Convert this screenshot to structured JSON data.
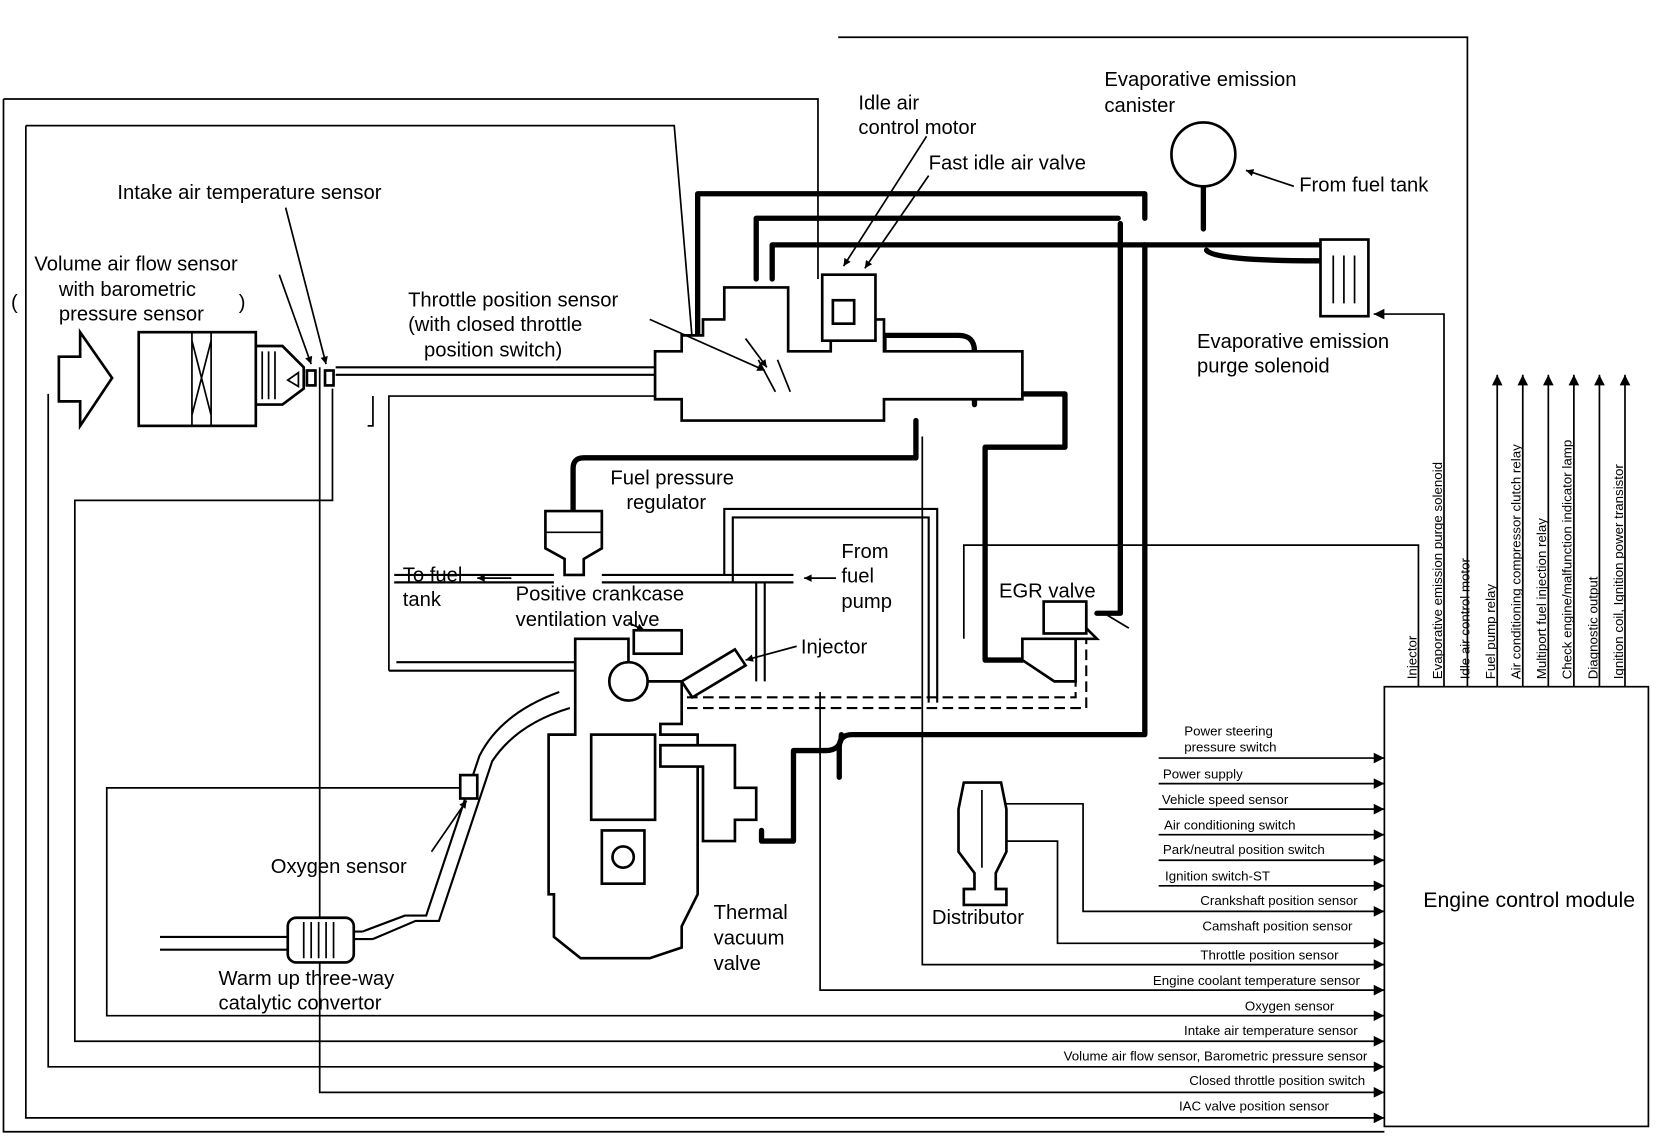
{
  "components": {
    "intake_air_temp_sensor": "Intake air temperature sensor",
    "volume_air_flow_sensor": [
      "Volume air flow sensor",
      "with barometric",
      "pressure sensor"
    ],
    "throttle_position_sensor": [
      "Throttle position sensor",
      "(with closed throttle",
      "position switch)"
    ],
    "idle_air_control_motor": [
      "Idle air",
      "control motor"
    ],
    "fast_idle_air_valve": "Fast idle air valve",
    "evap_canister": [
      "Evaporative emission",
      "canister"
    ],
    "from_fuel_tank": "From fuel tank",
    "evap_purge_solenoid": [
      "Evaporative emission",
      "purge solenoid"
    ],
    "fuel_pressure_regulator": [
      "Fuel pressure",
      "regulator"
    ],
    "to_fuel_tank": [
      "To fuel",
      "tank"
    ],
    "from_fuel_pump": [
      "From",
      "fuel",
      "pump"
    ],
    "pcv_valve": [
      "Positive crankcase",
      "ventilation valve"
    ],
    "egr_valve": "EGR valve",
    "injector": "Injector",
    "oxygen_sensor": "Oxygen sensor",
    "thermal_vacuum_valve": [
      "Thermal",
      "vacuum",
      "valve"
    ],
    "distributor": "Distributor",
    "catalytic_convertor": [
      "Warm up three-way",
      "catalytic convertor"
    ]
  },
  "ecm": {
    "title": "Engine control module",
    "inputs": [
      [
        "Power steering",
        "pressure switch"
      ],
      "Power supply",
      "Vehicle speed sensor",
      "Air conditioning switch",
      "Park/neutral position switch",
      "Ignition switch-ST",
      "Crankshaft position sensor",
      "Camshaft position sensor",
      "Throttle position sensor",
      "Engine coolant temperature sensor",
      "Oxygen sensor",
      "Intake air temperature sensor",
      "Volume air flow sensor, Barometric pressure sensor",
      "Closed throttle position switch",
      "IAC valve position sensor"
    ],
    "outputs": [
      "Injector",
      "Evaporative emission purge solenoid",
      "Idle air control motor",
      "Fuel pump relay",
      "Air conditioning compressor clutch relay",
      "Multiport fuel injection relay",
      "Check engine/malfunction indicator lamp",
      "Diagnostic output",
      "Ignition coil, Ignition power transistor"
    ]
  }
}
